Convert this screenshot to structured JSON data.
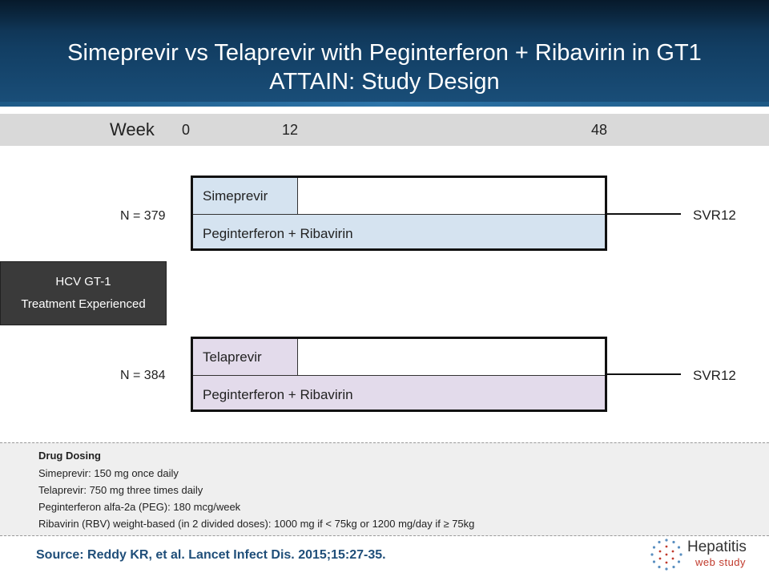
{
  "header": {
    "title_line1": "Simeprevir vs Telaprevir with Peginterferon + Ribavirin in GT1",
    "title_line2": "ATTAIN: Study Design"
  },
  "timeline": {
    "label": "Week",
    "ticks": [
      "0",
      "12",
      "48"
    ]
  },
  "population": {
    "line1": "HCV GT-1",
    "line2": "Treatment Experienced"
  },
  "arms": [
    {
      "n": "N = 379",
      "drug": "Simeprevir",
      "backbone": "Peginterferon + Ribavirin",
      "endpoint": "SVR12",
      "color": "#d5e3f0"
    },
    {
      "n": "N = 384",
      "drug": "Telaprevir",
      "backbone": "Peginterferon + Ribavirin",
      "endpoint": "SVR12",
      "color": "#e3dbeb"
    }
  ],
  "dosing": {
    "heading": "Drug Dosing",
    "lines": [
      "Simeprevir: 150 mg once daily",
      "Telaprevir: 750 mg three times daily",
      "Peginterferon alfa-2a (PEG): 180 mcg/week",
      "Ribavirin (RBV) weight-based (in 2 divided doses): 1000 mg if < 75kg or 1200 mg/day if ≥ 75kg"
    ]
  },
  "source": "Source: Reddy KR, et al.  Lancet Infect Dis. 2015;15:27-35.",
  "logo": {
    "name": "Hepatitis",
    "sub": "web study",
    "accent": "#c0392b"
  }
}
